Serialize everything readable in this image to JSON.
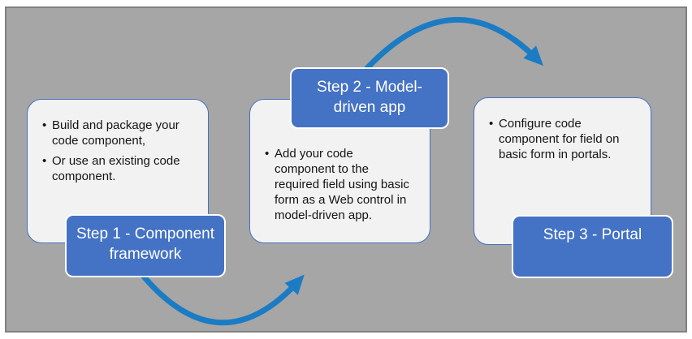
{
  "diagram": {
    "steps": [
      {
        "label": "Step 1 - Component framework",
        "bullets": [
          "Build and package your code component,",
          "Or use an existing code component."
        ]
      },
      {
        "label": "Step 2 - Model-driven app",
        "bullets": [
          "Add your code component to the required field using basic form as a Web control in model-driven app."
        ]
      },
      {
        "label": "Step 3 - Portal",
        "bullets": [
          "Configure code component for field on basic form in portals."
        ]
      }
    ]
  },
  "colors": {
    "accent-blue": "#4472C4",
    "arrow-blue": "#1B7CC4",
    "canvas-gray": "#A6A6A6",
    "card-fill": "#F2F2F2",
    "card-border": "#4472C4",
    "frame-border": "#808080",
    "page-bg": "#FFFFFF",
    "label-text": "#FFFFFF",
    "body-text": "#141414"
  }
}
